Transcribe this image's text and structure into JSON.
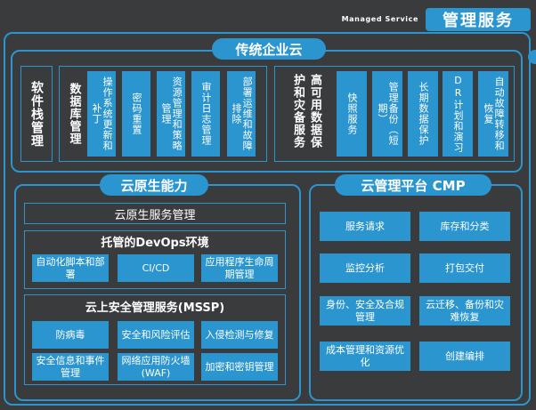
{
  "header": {
    "subtitle": "Managed Service",
    "title": "管理服务"
  },
  "traditional": {
    "title": "传统企业云",
    "software_stack": "软件栈管理",
    "db_mgmt": {
      "label": "数据库管理",
      "items": [
        "操作系统更新和补丁",
        "密码重置",
        "资源管理和策略管理",
        "审计日志管理",
        "部署运维和故障排除"
      ]
    },
    "dr": {
      "label": "高可用数据保护和灾备服务",
      "items": [
        "快照服务",
        "管理备份（短期）",
        "长期数据保护",
        "DR计划和演习",
        "自动故障转移和恢复"
      ]
    }
  },
  "cloud_native": {
    "title": "云原生能力",
    "service_mgmt": "云原生服务管理",
    "devops": {
      "title": "托管的DevOps环境",
      "items": [
        "自动化脚本和部署",
        "CI/CD",
        "应用程序生命周期管理"
      ]
    },
    "mssp": {
      "title": "云上安全管理服务(MSSP)",
      "items": [
        "防病毒",
        "安全和风险评估",
        "入侵检测与修复",
        "安全信息和事件管理",
        "网络应用防火墙(WAF)",
        "加密和密钥管理"
      ]
    }
  },
  "cmp": {
    "title": "云管理平台 CMP",
    "items": [
      "服务请求",
      "库存和分类",
      "监控分析",
      "打包交付",
      "身份、安全及合规管理",
      "云迁移、备份和灾难恢复",
      "成本管理和资源优化",
      "创建编排"
    ]
  },
  "colors": {
    "accent": "#2b95cf",
    "background": "#3a3b3d"
  }
}
